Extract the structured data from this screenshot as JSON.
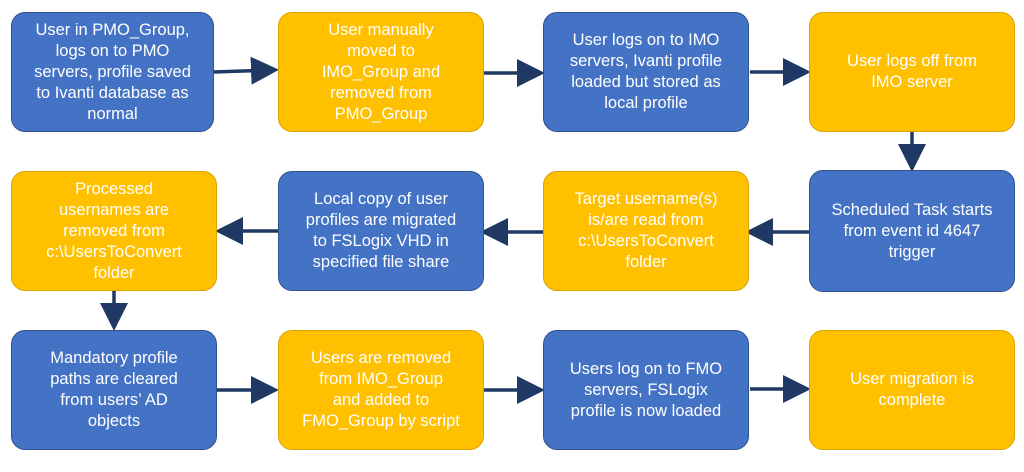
{
  "colors": {
    "blue_box": "#4472c4",
    "yellow_box": "#ffc000",
    "arrow": "#1f3864",
    "text": "#ffffff"
  },
  "nodes": [
    {
      "id": "n1",
      "color": "blue",
      "text": "User in PMO_Group,\nlogs on to PMO\nservers, profile saved\nto Ivanti database as\nnormal"
    },
    {
      "id": "n2",
      "color": "yellow",
      "text": "User manually\nmoved to\nIMO_Group and\nremoved from\nPMO_Group"
    },
    {
      "id": "n3",
      "color": "blue",
      "text": "User logs on to IMO\nservers, Ivanti profile\nloaded but stored as\nlocal profile"
    },
    {
      "id": "n4",
      "color": "yellow",
      "text": "User logs off from\nIMO server"
    },
    {
      "id": "n5",
      "color": "blue",
      "text": "Scheduled Task starts\nfrom event id 4647\ntrigger"
    },
    {
      "id": "n6",
      "color": "yellow",
      "text": "Target username(s)\nis/are read from\nc:\\UsersToConvert\nfolder"
    },
    {
      "id": "n7",
      "color": "blue",
      "text": "Local copy of user\nprofiles are migrated\nto FSLogix VHD in\nspecified file share"
    },
    {
      "id": "n8",
      "color": "yellow",
      "text": "Processed\nusernames are\nremoved from\nc:\\UsersToConvert\nfolder"
    },
    {
      "id": "n9",
      "color": "blue",
      "text": "Mandatory profile\npaths are cleared\nfrom users’ AD\nobjects"
    },
    {
      "id": "n10",
      "color": "yellow",
      "text": "Users are removed\nfrom IMO_Group\nand added to\nFMO_Group by script"
    },
    {
      "id": "n11",
      "color": "blue",
      "text": "Users log on to FMO\nservers, FSLogix\nprofile is now loaded"
    },
    {
      "id": "n12",
      "color": "yellow",
      "text": "User migration is\ncomplete"
    }
  ],
  "edges": [
    {
      "from": "n1",
      "to": "n2"
    },
    {
      "from": "n2",
      "to": "n3"
    },
    {
      "from": "n3",
      "to": "n4"
    },
    {
      "from": "n4",
      "to": "n5"
    },
    {
      "from": "n5",
      "to": "n6"
    },
    {
      "from": "n6",
      "to": "n7"
    },
    {
      "from": "n7",
      "to": "n8"
    },
    {
      "from": "n8",
      "to": "n9"
    },
    {
      "from": "n9",
      "to": "n10"
    },
    {
      "from": "n10",
      "to": "n11"
    },
    {
      "from": "n11",
      "to": "n12"
    }
  ]
}
